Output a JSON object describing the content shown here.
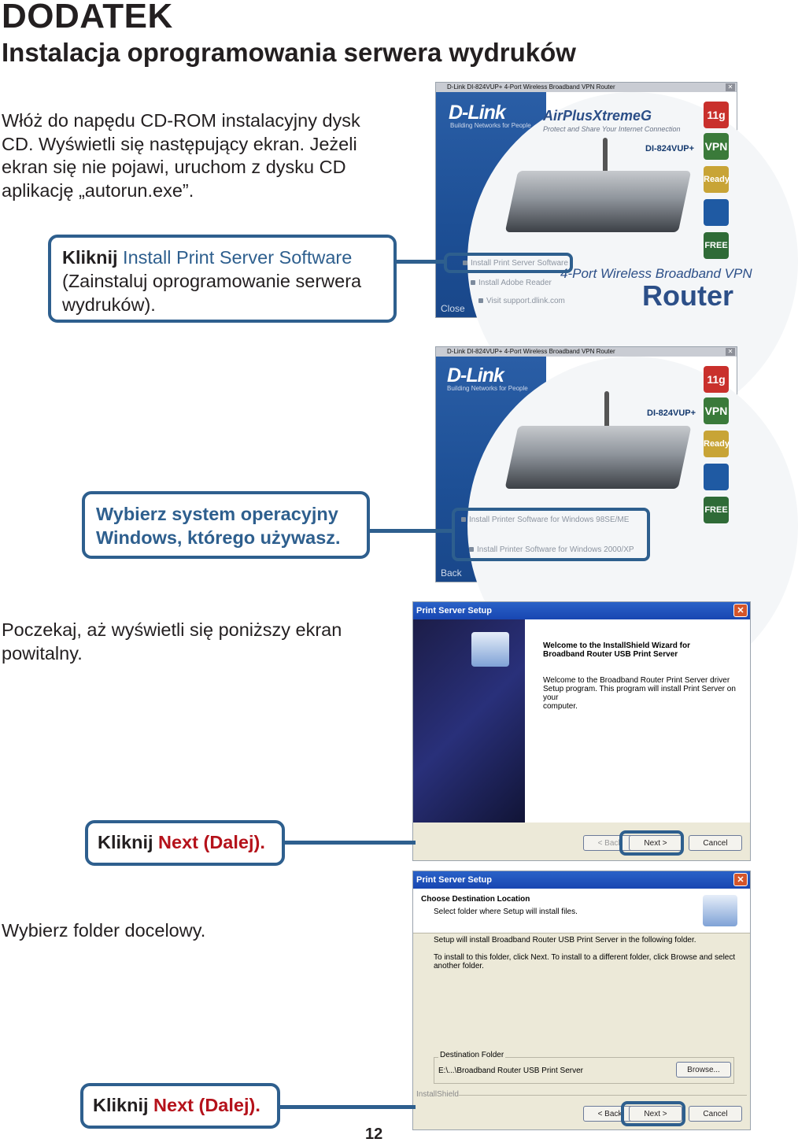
{
  "heading": "DODATEK",
  "subheading": "Instalacja oprogramowania serwera wydruków",
  "steps": [
    {
      "text_lines": [
        "Włóż do napędu CD-ROM instalacyjny dysk",
        "CD. Wyświetli się następujący ekran. Jeżeli",
        "ekran się nie pojawi, uruchom z dysku CD",
        "aplikację „autorun.exe”."
      ]
    },
    {
      "callout_prefix": "Kliknij",
      "callout_link": "Install Print Server Software",
      "callout_rest_lines": [
        "(Zainstaluj oprogramowanie serwera",
        "wydruków)."
      ]
    },
    {
      "callout_lines": [
        "Wybierz system operacyjny",
        "Windows, którego używasz."
      ]
    },
    {
      "text_lines": [
        "Poczekaj, aż wyświetli się poniższy ekran",
        "powitalny."
      ]
    },
    {
      "callout_prefix": "Kliknij",
      "callout_link": "Next (Dalej)."
    },
    {
      "text_lines": [
        "Wybierz folder docelowy."
      ]
    },
    {
      "callout_prefix": "Kliknij",
      "callout_link": "Next (Dalej)."
    }
  ],
  "launcher1": {
    "title": "D-Link DI-824VUP+ 4-Port Wireless Broadband VPN Router",
    "logo": "D-Link",
    "logo_sub": "Building Networks for People",
    "brand": "AirPlusXtremeG",
    "brand_sub": "Protect and Share Your Internet Connection",
    "model": "DI-824VUP+",
    "menu": [
      "Install Print Server Software",
      "Install Adobe Reader",
      "Visit support.dlink.com"
    ],
    "tagline": "4-Port Wireless Broadband VPN",
    "big": "Router",
    "bottom_link": "Close",
    "badges": [
      "11g",
      "VPN",
      "Ready",
      "FREE"
    ]
  },
  "launcher2": {
    "title": "D-Link DI-824VUP+ 4-Port Wireless Broadband VPN Router",
    "logo": "D-Link",
    "logo_sub": "Building Networks for People",
    "model": "DI-824VUP+",
    "menu": [
      "Install Printer Software for Windows 98SE/ME",
      "Install Printer Software for Windows 2000/XP"
    ],
    "bottom_link": "Back",
    "badges": [
      "11g",
      "VPN",
      "Ready",
      "FREE"
    ]
  },
  "dialog1": {
    "title": "Print Server Setup",
    "heading_lines": [
      "Welcome to the InstallShield Wizard for",
      "Broadband Router USB Print Server"
    ],
    "body_lines": [
      "Welcome to the Broadband Router Print Server driver",
      "Setup program. This program will install Print Server on your",
      "computer."
    ],
    "back": "< Back",
    "next": "Next >",
    "cancel": "Cancel"
  },
  "dialog2": {
    "title": "Print Server Setup",
    "header_title": "Choose Destination Location",
    "header_sub": "Select folder where Setup will install files.",
    "line1": "Setup will install Broadband Router USB Print Server in the following folder.",
    "line2_lines": [
      "To install to this folder, click Next. To install to a different folder, click Browse and select",
      "another folder."
    ],
    "group_label": "Destination Folder",
    "path": "E:\\...\\Broadband Router USB Print Server",
    "browse": "Browse...",
    "installshield": "InstallShield",
    "back": "< Back",
    "next": "Next >",
    "cancel": "Cancel"
  },
  "page_number": "12"
}
